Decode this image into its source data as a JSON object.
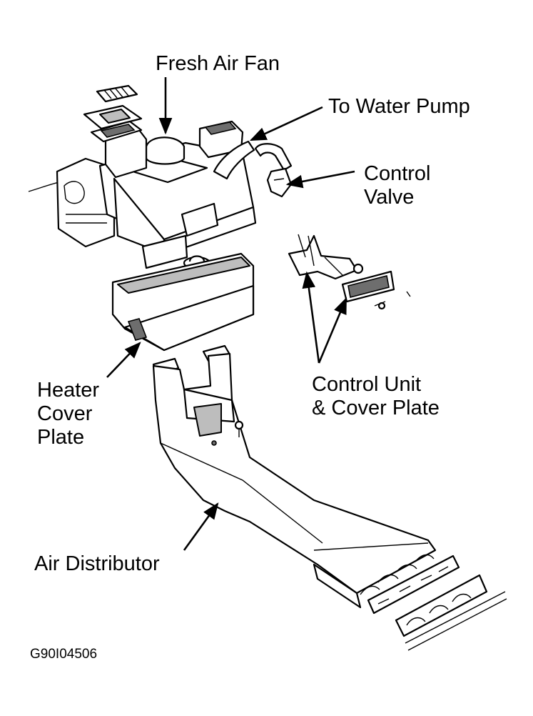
{
  "diagram": {
    "labels": {
      "fresh_air_fan": "Fresh Air Fan",
      "to_water_pump": "To Water Pump",
      "control_valve_line1": "Control",
      "control_valve_line2": "Valve",
      "heater_cover_line1": "Heater",
      "heater_cover_line2": "Cover",
      "heater_cover_line3": "Plate",
      "control_unit_line1": "Control Unit",
      "control_unit_line2": "& Cover Plate",
      "air_distributor": "Air Distributor"
    },
    "figure_code": "G90I04506",
    "colors": {
      "ink": "#000000",
      "paper": "#ffffff",
      "shade": "#bdbdbd"
    }
  }
}
